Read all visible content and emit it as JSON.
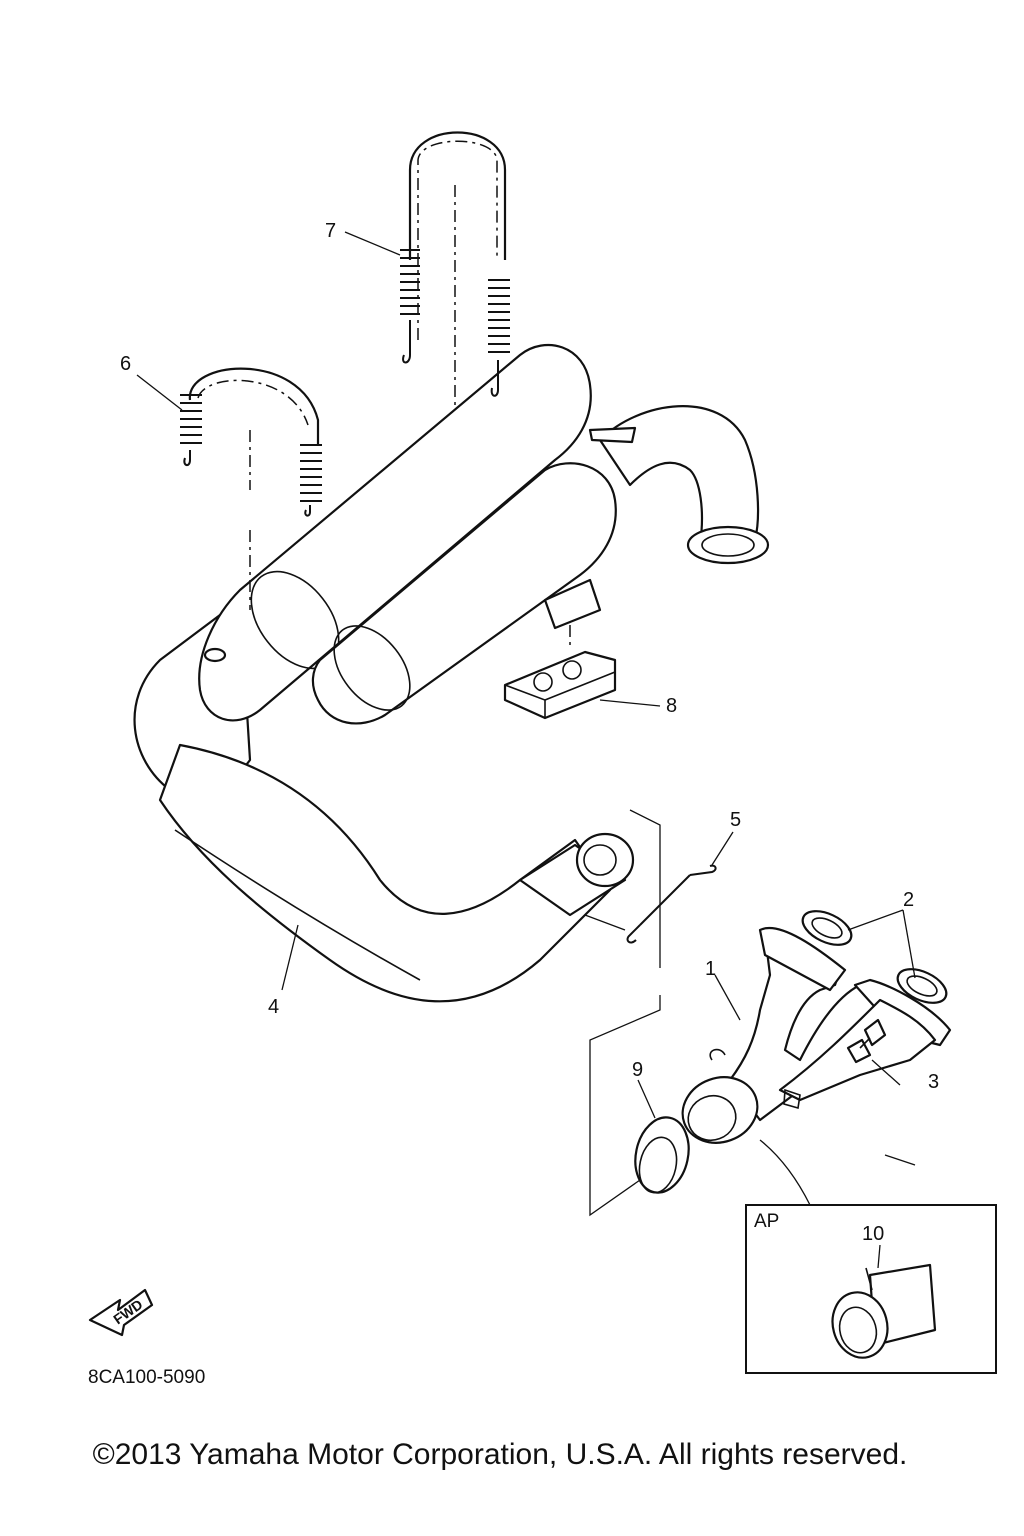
{
  "diagram": {
    "callouts": [
      "1",
      "2",
      "3",
      "4",
      "5",
      "6",
      "7",
      "8",
      "9",
      "10"
    ],
    "inset_label": "AP",
    "fwd_label": "FWD",
    "reference_code": "8CA100-5090"
  },
  "copyright": "©2013 Yamaha Motor Corporation, U.S.A. All rights reserved."
}
